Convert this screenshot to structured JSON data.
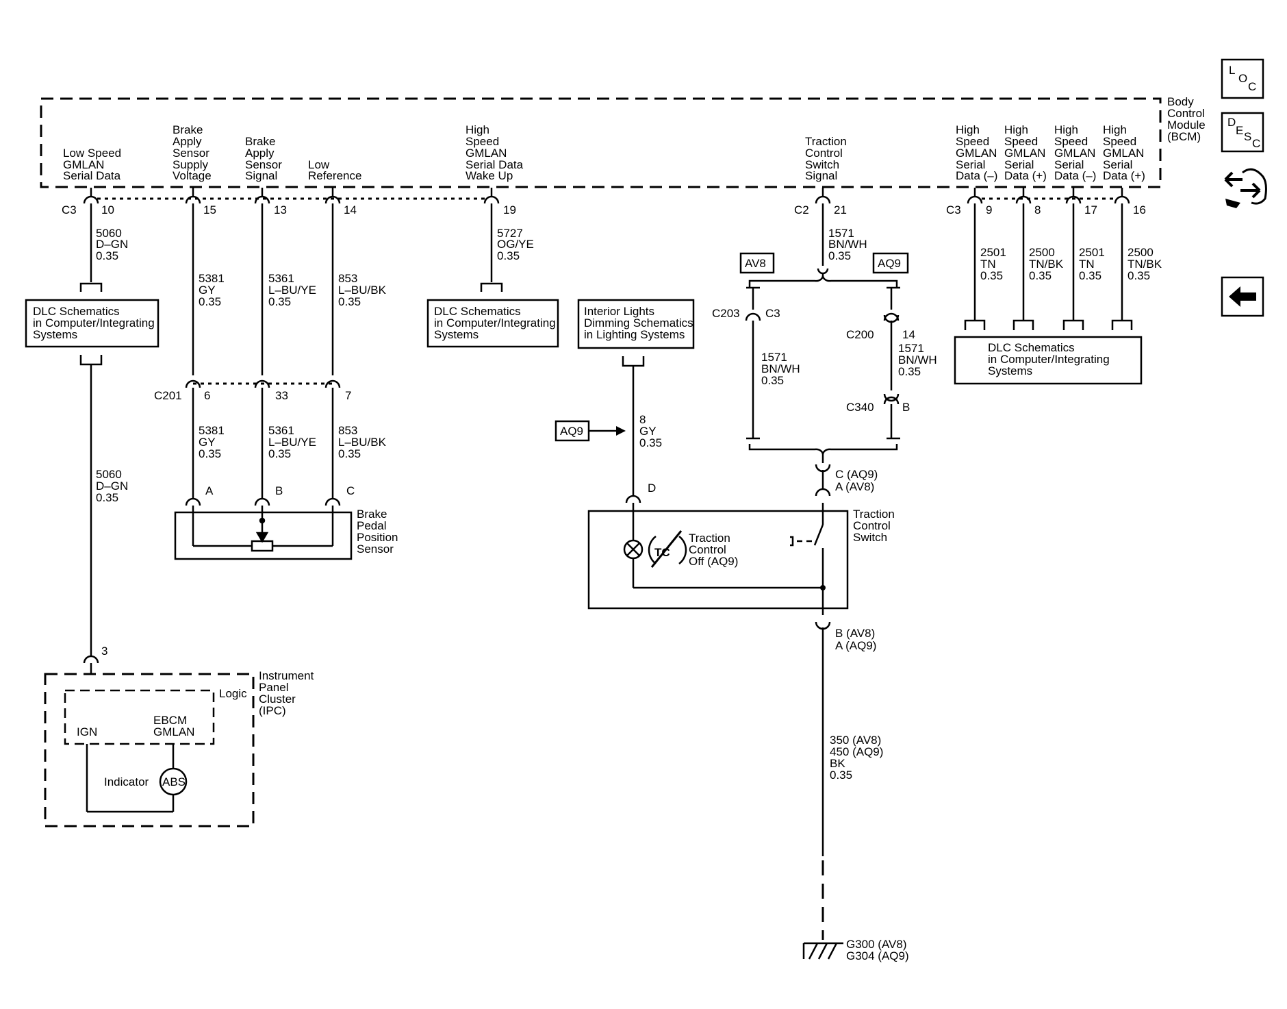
{
  "bcm": {
    "lines": [
      "Body",
      "Control",
      "Module",
      "(BCM)"
    ]
  },
  "bcm_pins": {
    "low_speed": [
      "Low Speed",
      "GMLAN",
      "Serial Data"
    ],
    "brake_supply": [
      "Brake",
      "Apply",
      "Sensor",
      "Supply",
      "Voltage"
    ],
    "brake_signal": [
      "Brake",
      "Apply",
      "Sensor",
      "Signal"
    ],
    "low_ref": [
      "Low",
      "Reference"
    ],
    "wake_up": [
      "High",
      "Speed",
      "GMLAN",
      "Serial Data",
      "Wake Up"
    ],
    "tcs_signal": [
      "Traction",
      "Control",
      "Switch",
      "Signal"
    ],
    "hs1": [
      "High",
      "Speed",
      "GMLAN",
      "Serial",
      "Data (–)"
    ],
    "hs2": [
      "High",
      "Speed",
      "GMLAN",
      "Serial",
      "Data (+)"
    ],
    "hs3": [
      "High",
      "Speed",
      "GMLAN",
      "Serial",
      "Data (–)"
    ],
    "hs4": [
      "High",
      "Speed",
      "GMLAN",
      "Serial",
      "Data (+)"
    ]
  },
  "connectors": {
    "c3": "C3",
    "c2": "C2",
    "c201": "C201",
    "c203": "C203",
    "c200": "C200",
    "c340": "C340",
    "c3b": "C3"
  },
  "pins": {
    "p10": "10",
    "p15": "15",
    "p13": "13",
    "p14": "14",
    "p19": "19",
    "p21": "21",
    "p9": "9",
    "p8": "8",
    "p17": "17",
    "p16": "16",
    "p6": "6",
    "p33": "33",
    "p7": "7",
    "pA": "A",
    "pB": "B",
    "pC": "C",
    "pD": "D",
    "p3": "3",
    "p14b": "14",
    "pBb": "B",
    "tcs_top": [
      "C (AQ9)",
      "A (AV8)"
    ],
    "tcs_bottom": [
      "B (AV8)",
      "A (AQ9)"
    ]
  },
  "wires": {
    "w5060a": [
      "5060",
      "D–GN",
      "0.35"
    ],
    "w5381a": [
      "5381",
      "GY",
      "0.35"
    ],
    "w5361a": [
      "5361",
      "L–BU/YE",
      "0.35"
    ],
    "w853a": [
      "853",
      "L–BU/BK",
      "0.35"
    ],
    "w5727": [
      "5727",
      "OG/YE",
      "0.35"
    ],
    "w1571a": [
      "1571",
      "BN/WH",
      "0.35"
    ],
    "w2501a": [
      "2501",
      "TN",
      "0.35"
    ],
    "w2500a": [
      "2500",
      "TN/BK",
      "0.35"
    ],
    "w2501b": [
      "2501",
      "TN",
      "0.35"
    ],
    "w2500b": [
      "2500",
      "TN/BK",
      "0.35"
    ],
    "w5381b": [
      "5381",
      "GY",
      "0.35"
    ],
    "w5361b": [
      "5361",
      "L–BU/YE",
      "0.35"
    ],
    "w853b": [
      "853",
      "L–BU/BK",
      "0.35"
    ],
    "w5060b": [
      "5060",
      "D–GN",
      "0.35"
    ],
    "w8gy": [
      "8",
      "GY",
      "0.35"
    ],
    "w1571b": [
      "1571",
      "BN/WH",
      "0.35"
    ],
    "w1571c": [
      "1571",
      "BN/WH",
      "0.35"
    ],
    "wgnd": [
      "350 (AV8)",
      "450 (AQ9)",
      "BK",
      "0.35"
    ]
  },
  "boxes": {
    "dlc1": [
      "DLC Schematics",
      "in Computer/Integrating",
      "Systems"
    ],
    "dlc2": [
      "DLC Schematics",
      "in Computer/Integrating",
      "Systems"
    ],
    "dlc3": [
      "DLC Schematics",
      "in Computer/Integrating",
      "Systems"
    ],
    "interior": [
      "Interior Lights",
      "Dimming Schematics",
      "in Lighting Systems"
    ]
  },
  "tags": {
    "av8": "AV8",
    "aq9": "AQ9",
    "aq9b": "AQ9"
  },
  "components": {
    "bpps": [
      "Brake",
      "Pedal",
      "Position",
      "Sensor"
    ],
    "tcs": [
      "Traction",
      "Control",
      "Switch"
    ],
    "tc_off": [
      "Traction",
      "Control",
      "Off (AQ9)"
    ],
    "tc_icon": "TC",
    "ipc": [
      "Instrument",
      "Panel",
      "Cluster",
      "(IPC)"
    ],
    "logic": "Logic",
    "ign": "IGN",
    "ebcm": [
      "EBCM",
      "GMLAN"
    ],
    "indicator": "Indicator",
    "abs": "ABS"
  },
  "ground": [
    "G300 (AV8)",
    "G304 (AQ9)"
  ],
  "nav": {
    "loc": [
      "L",
      "O",
      "C"
    ],
    "desc": [
      "D",
      "E",
      "S",
      "C"
    ]
  }
}
